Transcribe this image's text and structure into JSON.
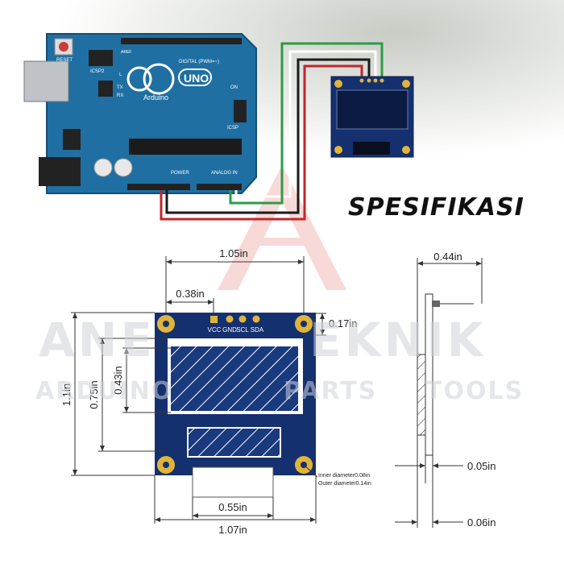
{
  "heading": "SPESIFIKASI",
  "watermark": {
    "brand_left": "ANE",
    "brand_right": "EKNIK",
    "tag_left": "ARDUINO",
    "tag_mid": "PARTS",
    "tag_right": "TOOLS"
  },
  "arduino": {
    "logo_text": "UNO",
    "brand": "Arduino",
    "reset_label": "RESET",
    "icsp2_label": "ICSP2",
    "icsp_label": "ICSP",
    "digital_label": "DIGITAL (PWM=~)",
    "power_label": "POWER",
    "analog_label": "ANALOG IN",
    "on_label": "ON",
    "l_label": "L",
    "tx_label": "TX",
    "rx_label": "RX",
    "aref_label": "AREF"
  },
  "oled": {
    "pins": [
      "VCC",
      "GND",
      "SCL",
      "SDA"
    ]
  },
  "dimensions": {
    "top_width": "1.05in",
    "pin_offset": "0.38in",
    "top_margin": "0.17in",
    "display_height": "0.75in",
    "glass_height": "0.43in",
    "board_height": "1.1in",
    "bottom_tab_width": "0.55in",
    "board_width": "1.07in",
    "depth": "0.44in",
    "pcb_thickness": "0.05in",
    "total_thickness": "0.06in"
  },
  "hole_note": {
    "inner": "Inner diameter0.08in",
    "outer": "Outer diameter0.14in"
  },
  "colors": {
    "board_blue": "#1f6fa3",
    "oled_pcb": "#15306f",
    "gold": "#e0b43a",
    "wire_red": "#c0262d",
    "wire_green": "#2e9b45"
  }
}
